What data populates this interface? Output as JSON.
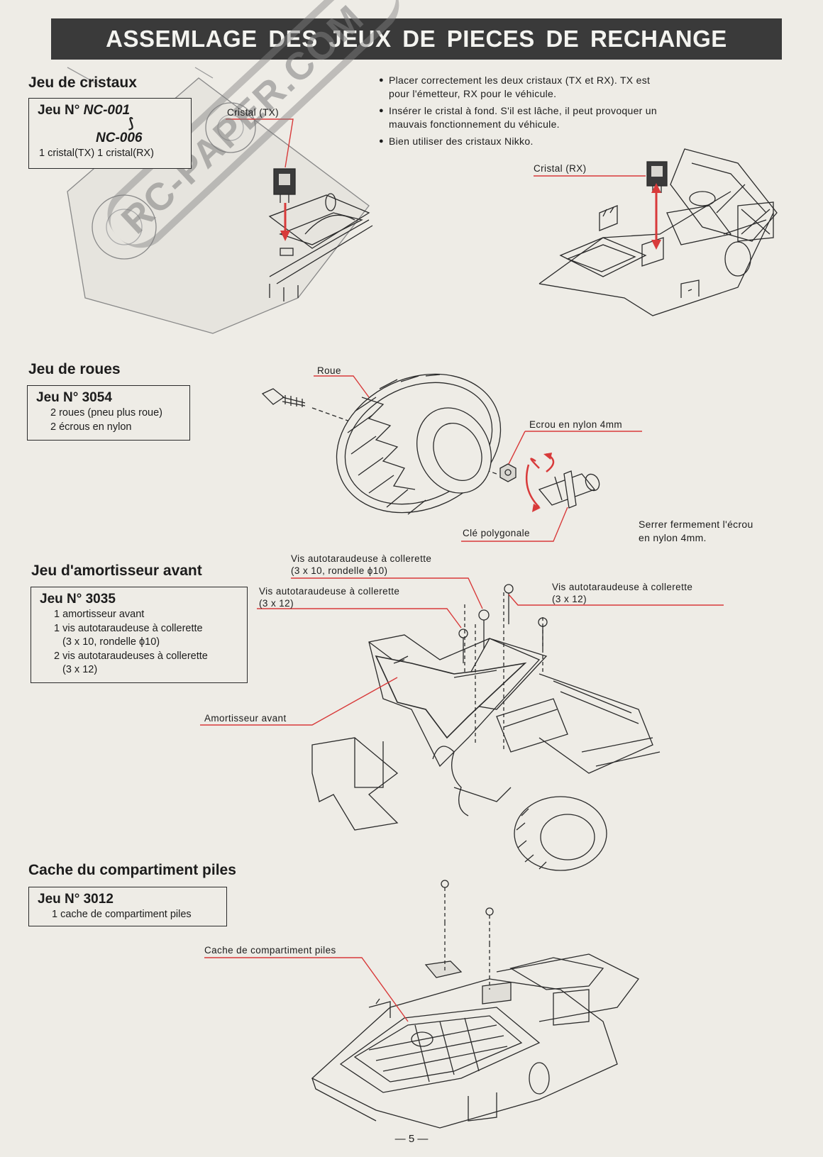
{
  "header": {
    "title": "ASSEMLAGE DES JEUX DE PIECES DE RECHANGE"
  },
  "watermark": {
    "text": "RC-PAPER.COM"
  },
  "crystals": {
    "title": "Jeu de cristaux",
    "set_no": "Jeu N°",
    "set_code_start": "NC-001",
    "set_range_mark": "⟆",
    "set_code_end": "NC-006",
    "contents": [
      "1 cristal(TX)  1 cristal(RX)"
    ],
    "label_tx": "Cristal (TX)",
    "label_rx": "Cristal (RX)",
    "instructions": [
      "Placer correctement les deux cristaux (TX et RX). TX est pour l'émetteur, RX pour le véhicule.",
      "Insérer le cristal à fond. S'il est lâche, il peut provoquer un mauvais fonctionnement du véhicule.",
      "Bien utiliser des cristaux Nikko."
    ]
  },
  "wheels": {
    "title": "Jeu de roues",
    "set_no": "Jeu N° 3054",
    "contents": [
      "2 roues (pneu plus roue)",
      "2 écrous en nylon"
    ],
    "label_wheel": "Roue",
    "label_nut": "Ecrou en nylon 4mm",
    "label_wrench": "Clé polygonale",
    "note_line1": "Serrer fermement l'écrou",
    "note_line2": "en nylon 4mm."
  },
  "shock": {
    "title": "Jeu d'amortisseur avant",
    "set_no": "Jeu N° 3035",
    "contents": [
      "1 amortisseur avant",
      "1 vis autotaraudeuse à collerette",
      "(3 x 10, rondelle ϕ10)",
      "2 vis autotaraudeuses à collerette",
      "(3 x 12)"
    ],
    "label_screw_10_l1": "Vis autotaraudeuse à collerette",
    "label_screw_10_l2": "(3 x 10, rondelle ϕ10)",
    "label_screw_12a_l1": "Vis autotaraudeuse à collerette",
    "label_screw_12a_l2": "(3 x 12)",
    "label_screw_12b_l1": "Vis autotaraudeuse à collerette",
    "label_screw_12b_l2": "(3 x 12)",
    "label_shock": "Amortisseur avant"
  },
  "battery": {
    "title": "Cache du compartiment piles",
    "set_no": "Jeu N° 3012",
    "contents": [
      "1 cache de compartiment piles"
    ],
    "label_cover": "Cache de compartiment piles"
  },
  "footer": {
    "page_number": "— 5 —"
  },
  "colors": {
    "accent_red": "#d83a3a",
    "banner": "#3a3a3a",
    "paper": "#eeece6"
  }
}
